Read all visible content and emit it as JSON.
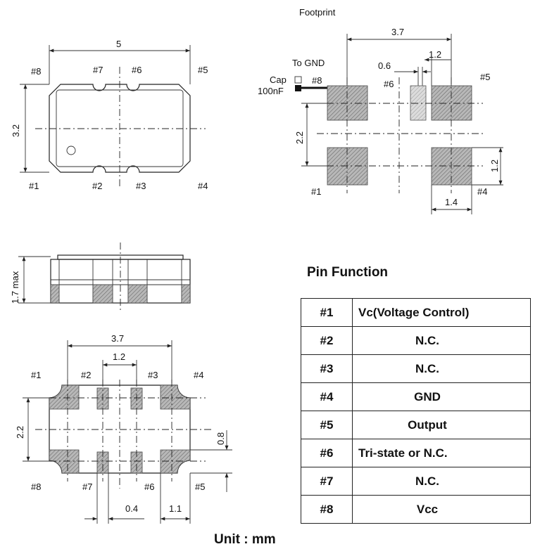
{
  "top_view": {
    "width_label": "5",
    "height_label": "3.2",
    "pins": [
      "#1",
      "#2",
      "#3",
      "#4",
      "#5",
      "#6",
      "#7",
      "#8"
    ]
  },
  "footprint": {
    "title": "Footprint",
    "to_gnd_label": "To GND",
    "cap_label": "Cap",
    "cap_value": "100nF",
    "dim_span": "3.7",
    "dim_pad_width": "1.2",
    "dim_gap": "0.6",
    "dim_vertical": "2.2",
    "dim_pad_height": "1.2",
    "dim_pad_length": "1.4",
    "pins": [
      "#1",
      "#4",
      "#5",
      "#6",
      "#8"
    ]
  },
  "side_view": {
    "height_label": "1.7 max"
  },
  "bottom_view": {
    "dim_span": "3.7",
    "dim_inner": "1.2",
    "dim_vertical": "2.2",
    "dim_pad_height": "0.8",
    "dim_pad_width": "0.4",
    "dim_corner": "1.1",
    "pins": [
      "#1",
      "#2",
      "#3",
      "#4",
      "#5",
      "#6",
      "#7",
      "#8"
    ]
  },
  "pin_function": {
    "title": "Pin Function",
    "rows": [
      {
        "pin": "#1",
        "function": "Vc(Voltage Control)"
      },
      {
        "pin": "#2",
        "function": "N.C."
      },
      {
        "pin": "#3",
        "function": "N.C."
      },
      {
        "pin": "#4",
        "function": "GND"
      },
      {
        "pin": "#5",
        "function": "Output"
      },
      {
        "pin": "#6",
        "function": "Tri-state or N.C."
      },
      {
        "pin": "#7",
        "function": "N.C."
      },
      {
        "pin": "#8",
        "function": "Vcc"
      }
    ]
  },
  "unit_label": "Unit : mm"
}
